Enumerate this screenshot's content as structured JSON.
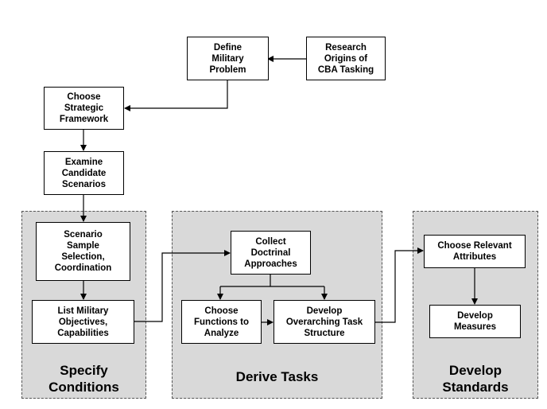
{
  "diagram": {
    "nodes": {
      "define_problem": "Define\nMilitary\nProblem",
      "research_origins": "Research\nOrigins of\nCBA Tasking",
      "choose_framework": "Choose\nStrategic\nFramework",
      "examine_scenarios": "Examine\nCandidate\nScenarios",
      "scenario_sample": "Scenario\nSample\nSelection,\nCoordination",
      "list_objectives": "List Military\nObjectives,\nCapabilities",
      "collect_approaches": "Collect\nDoctrinal\nApproaches",
      "choose_functions": "Choose\nFunctions to\nAnalyze",
      "develop_task_structure": "Develop\nOverarching Task\nStructure",
      "choose_attributes": "Choose Relevant\nAttributes",
      "develop_measures": "Develop\nMeasures"
    },
    "panels": {
      "specify_conditions": "Specify\nConditions",
      "derive_tasks": "Derive Tasks",
      "develop_standards": "Develop\nStandards"
    },
    "colors": {
      "panel_fill": "#d9d9d9",
      "box_fill": "#ffffff",
      "line": "#000000"
    }
  }
}
